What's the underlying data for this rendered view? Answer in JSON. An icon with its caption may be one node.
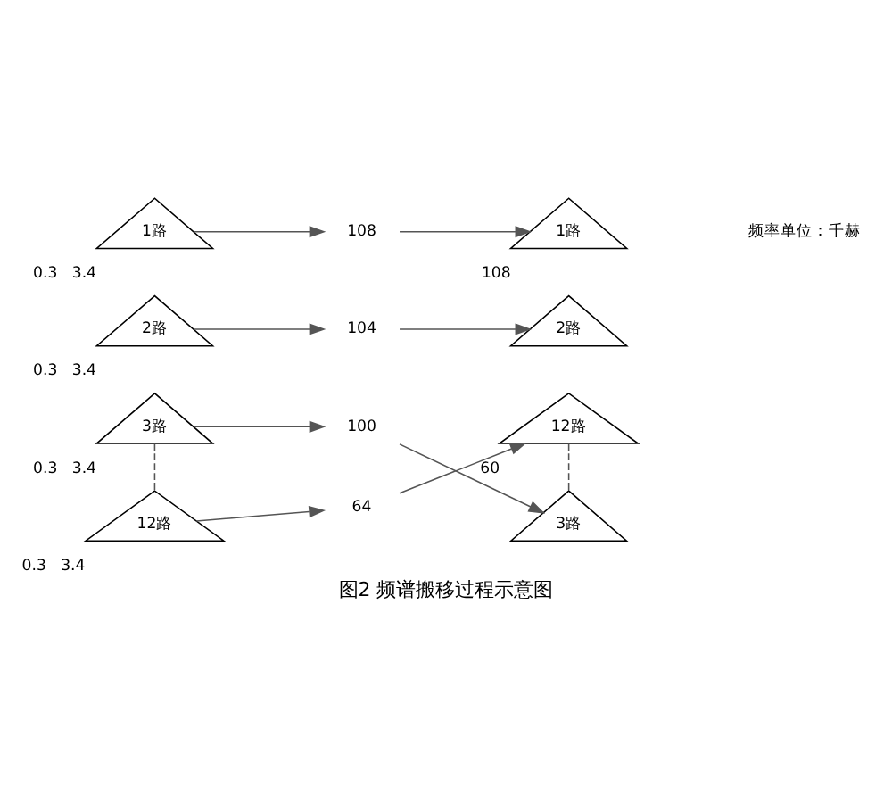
{
  "diagram": {
    "caption": "图2 频谱搬移过程示意图",
    "nodes": [
      {
        "text": [
          "1路"
        ],
        "beside": [
          "0.3",
          "3.4"
        ]
      },
      {
        "text": [
          "2路"
        ],
        "beside": [
          "0.3",
          "3.4"
        ]
      },
      {
        "text": [
          "3路"
        ],
        "beside": [
          "0.3",
          "3.4"
        ]
      },
      {
        "text": [
          "12路"
        ],
        "beside": [
          "0.3",
          "3.4"
        ]
      },
      {
        "text": [
          "108"
        ]
      },
      {
        "text": [
          "104"
        ]
      },
      {
        "text": [
          "100"
        ]
      },
      {
        "text": [
          "64"
        ]
      },
      {
        "text": [
          "12路"
        ],
        "beside": [
          "60"
        ]
      },
      {
        "text": [
          "3路"
        ]
      },
      {
        "text": [
          "2路"
        ]
      },
      {
        "text": [
          "1路"
        ],
        "beside": [
          "108"
        ]
      }
    ],
    "edges": [
      {
        "from": 0,
        "to": 4,
        "arrow": "to"
      },
      {
        "from": 1,
        "to": 5,
        "arrow": "to"
      },
      {
        "from": 2,
        "to": 6,
        "arrow": "to"
      },
      {
        "from": 3,
        "to": 7,
        "arrow": "to"
      },
      {
        "from": 4,
        "to": 11,
        "arrow": "to"
      },
      {
        "from": 5,
        "to": 10,
        "arrow": "to"
      },
      {
        "from": 6,
        "to": 9,
        "arrow": "to"
      },
      {
        "from": 7,
        "to": 8,
        "arrow": "to"
      },
      {
        "from": 2,
        "to": 3,
        "arrow": "none",
        "style": "dashed"
      },
      {
        "from": 8,
        "to": 9,
        "arrow": "none",
        "style": "dashed"
      }
    ],
    "labels": [
      "频率单位：千赫"
    ]
  }
}
